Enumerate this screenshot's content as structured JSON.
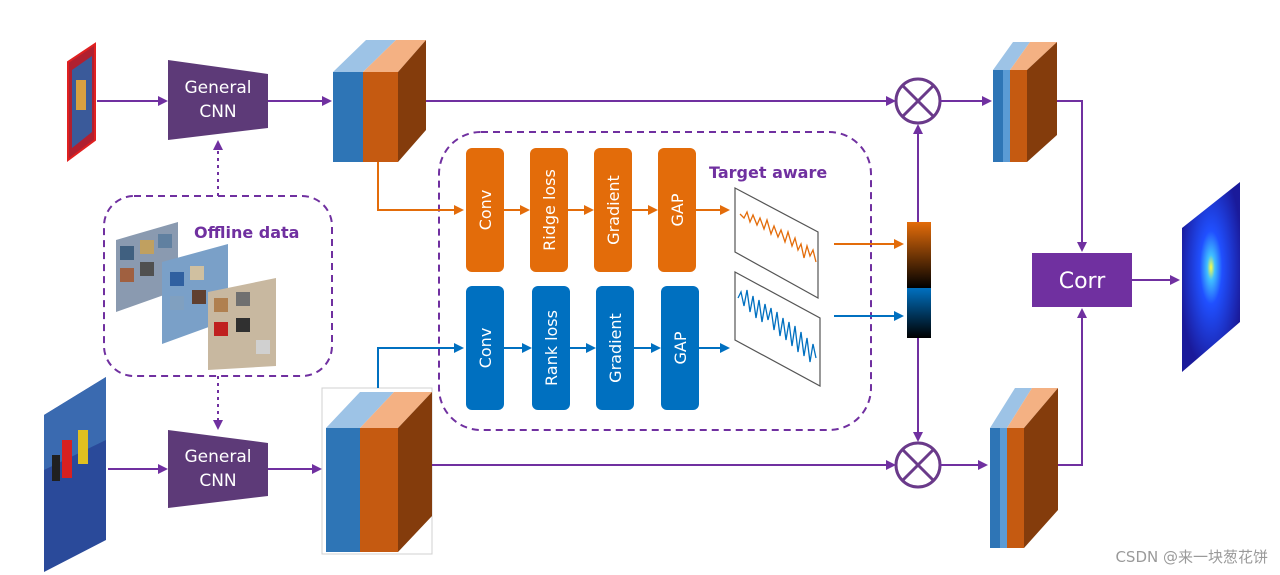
{
  "diagram": {
    "cnn_top_label": [
      "General",
      "CNN"
    ],
    "cnn_bottom_label": [
      "General",
      "CNN"
    ],
    "offline_label": "Offline data",
    "target_aware_label": "Target aware",
    "orange_blocks": [
      "Conv",
      "Ridge loss",
      "Gradient",
      "GAP"
    ],
    "blue_blocks": [
      "Conv",
      "Rank loss",
      "Gradient",
      "GAP"
    ],
    "corr_label": "Corr",
    "colors": {
      "purple": "#7030a0",
      "cnn_fill": "#5d3a78",
      "orange": "#e36c0a",
      "blue": "#0070c0",
      "feature_blue": "#2e75b6",
      "feature_orange": "#c55a11"
    }
  },
  "watermark": "CSDN @来一块葱花饼"
}
